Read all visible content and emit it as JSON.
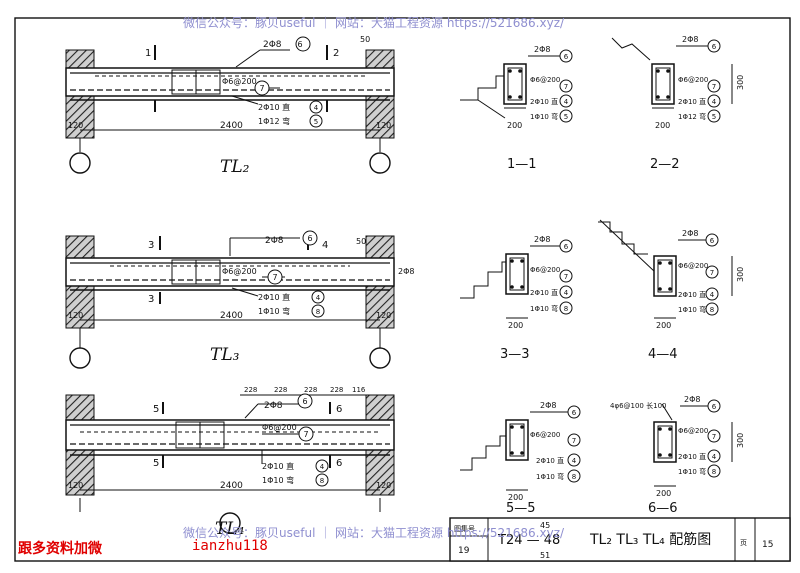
{
  "watermark": {
    "line": "微信公众号：豚贝useful ｜ 网站：大猫工程资源 https://521686.xyz/"
  },
  "promo": {
    "left": "跟多资料加微",
    "right": "ianzhu118"
  },
  "beams": [
    {
      "name": "TL₂",
      "span": "2400",
      "wall": "120",
      "section_a": "1",
      "section_b": "2",
      "top_bar": "2Φ8",
      "bar_no_top": "6",
      "stirrup": "Φ6@200",
      "bar_no_stirrup": "7",
      "bottom_1": "2Φ10 直",
      "bar_no_b1": "4",
      "bottom_2": "1Φ12 弯",
      "bar_no_b2": "5",
      "extra": "50"
    },
    {
      "name": "TL₃",
      "span": "2400",
      "wall": "120",
      "section_a": "3",
      "section_b": "4",
      "top_bar": "2Φ8",
      "bar_no_top": "6",
      "stirrup": "Φ6@200",
      "bar_no_stirrup": "7",
      "bottom_1": "2Φ10 直",
      "bar_no_b1": "4",
      "bottom_2": "1Φ10 弯",
      "bar_no_b2": "8",
      "extra": "2Φ8",
      "extra2": "50"
    },
    {
      "name": "TL₄",
      "span": "2400",
      "wall": "120",
      "section_a": "5",
      "section_b": "6",
      "top_bar": "2Φ8",
      "bar_no_top": "6",
      "stirrup": "Φ6@200",
      "bar_no_stirrup": "7",
      "bottom_1": "2Φ10 直",
      "bar_no_b1": "4",
      "bottom_2": "1Φ10 弯",
      "bar_no_b2": "8",
      "dims": [
        "228",
        "228",
        "228",
        "228",
        "116"
      ]
    }
  ],
  "sections": [
    {
      "label": "1—1",
      "width": "200",
      "top": "2Φ8",
      "n_top": "6",
      "stir": "Φ6@200",
      "n_stir": "7",
      "b1": "2Φ10 直",
      "n_b1": "4",
      "b2": "1Φ10 弯",
      "n_b2": "5"
    },
    {
      "label": "2—2",
      "width": "200",
      "height": "300",
      "top": "2Φ8",
      "n_top": "6",
      "stir": "Φ6@200",
      "n_stir": "7",
      "b1": "2Φ10 直",
      "n_b1": "4",
      "b2": "1Φ12 弯",
      "n_b2": "5"
    },
    {
      "label": "3—3",
      "width": "200",
      "top": "2Φ8",
      "n_top": "6",
      "stir": "Φ6@200",
      "n_stir": "7",
      "b1": "2Φ10 直",
      "n_b1": "4",
      "b2": "1Φ10 弯",
      "n_b2": "8"
    },
    {
      "label": "4—4",
      "width": "200",
      "height": "300",
      "top": "2Φ8",
      "n_top": "6",
      "stir": "Φ6@200",
      "n_stir": "7",
      "b1": "2Φ10 直",
      "n_b1": "4",
      "b2": "1Φ10 弯",
      "n_b2": "8"
    },
    {
      "label": "5—5",
      "width": "200",
      "top": "2Φ8",
      "n_top": "6",
      "stir": "Φ6@200",
      "n_stir": "7",
      "b1": "2Φ10 直",
      "n_b1": "4",
      "b2": "1Φ10 弯",
      "n_b2": "8"
    },
    {
      "label": "6—6",
      "width": "200",
      "height": "300",
      "top": "2Φ8",
      "n_top": "6",
      "stir": "Φ6@200",
      "n_stir": "7",
      "b1": "2Φ10 直",
      "n_b1": "4",
      "b2": "1Φ10 弯",
      "n_b2": "8",
      "note": "4φ6@100 长100"
    }
  ],
  "title_block": {
    "index_label": "图集号",
    "index_no": "19",
    "code_top": "45",
    "code_mid": "T24 — 48",
    "code_bot": "51",
    "title": "TL₂  TL₃  TL₄ 配筋图",
    "page_label": "页",
    "page_no": "15"
  },
  "colors": {
    "ink": "#111111",
    "hatch": "#333333",
    "watermark": "#8f8fd0",
    "promo": "#e00000"
  }
}
